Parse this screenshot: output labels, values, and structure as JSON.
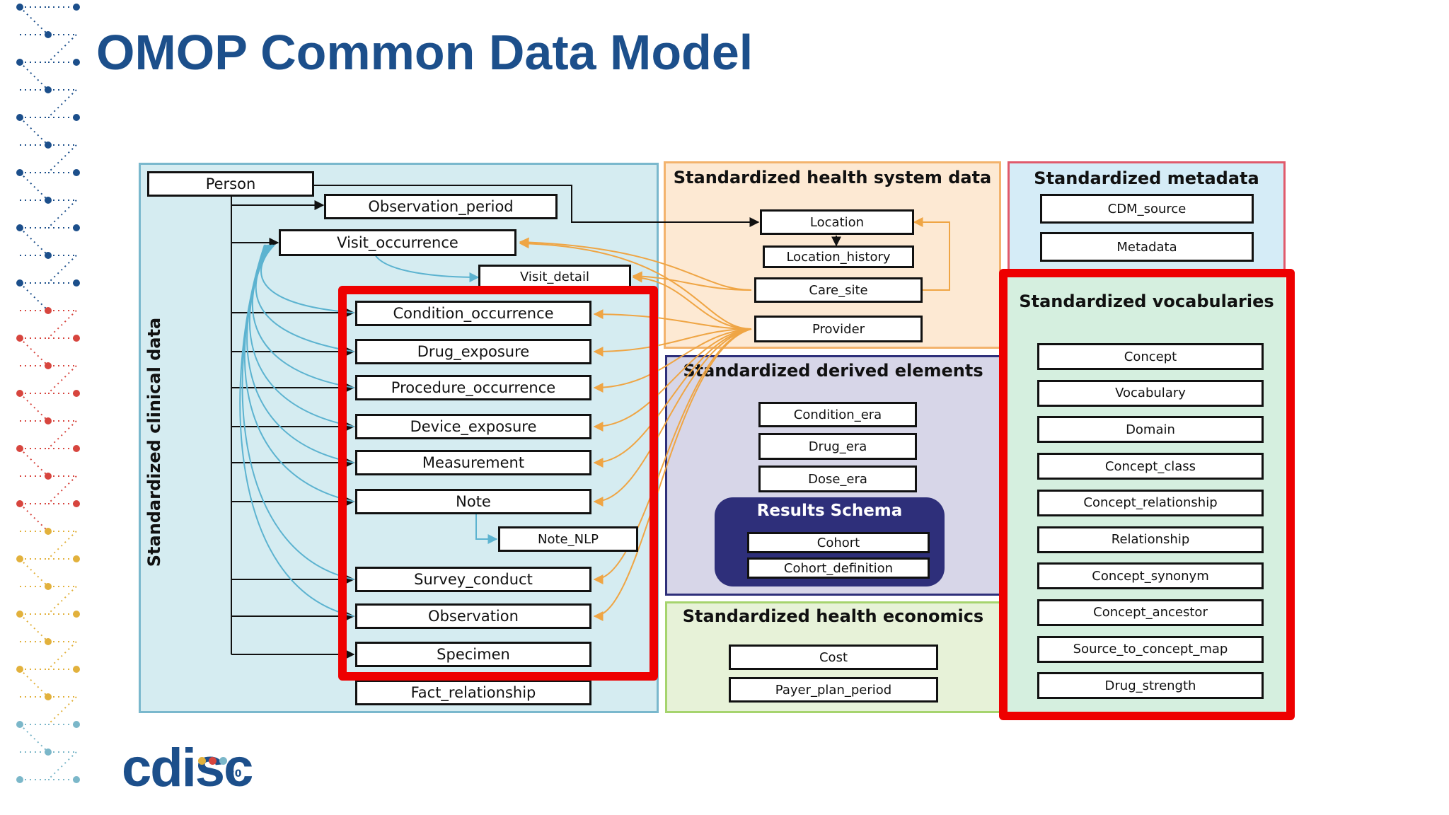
{
  "slide": {
    "title": "OMOP Common Data Model"
  },
  "logo": {
    "text": "cdisc",
    "badge": "20",
    "dot_colors": [
      "#e2b13c",
      "#d7453e",
      "#7bb7c9"
    ]
  },
  "colors": {
    "title": "#1c4f8b",
    "clinical_bg": "#d5ecf1",
    "clinical_border": "#7ab8cd",
    "health_system_bg": "#fde9d3",
    "health_system_border": "#f3b36d",
    "metadata_bg": "#d5ecf7",
    "metadata_border": "#e05a6c",
    "vocab_bg": "#d5efdf",
    "derived_bg": "#d7d6e8",
    "derived_border": "#2e2f7a",
    "economics_bg": "#e7f2d8",
    "economics_border": "#a6d46e",
    "results_bg": "#2e2f7a",
    "highlight": "#ee0000",
    "blue_arrow": "#5cb3d0",
    "orange_arrow": "#efa544"
  },
  "clinical": {
    "label": "Standardized clinical data",
    "person": "Person",
    "observation_period": "Observation_period",
    "visit_occurrence": "Visit_occurrence",
    "visit_detail": "Visit_detail",
    "condition_occurrence": "Condition_occurrence",
    "drug_exposure": "Drug_exposure",
    "procedure_occurrence": "Procedure_occurrence",
    "device_exposure": "Device_exposure",
    "measurement": "Measurement",
    "note": "Note",
    "note_nlp": "Note_NLP",
    "survey_conduct": "Survey_conduct",
    "observation": "Observation",
    "specimen": "Specimen",
    "fact_relationship": "Fact_relationship"
  },
  "health_system": {
    "title": "Standardized health system data",
    "location": "Location",
    "location_history": "Location_history",
    "care_site": "Care_site",
    "provider": "Provider"
  },
  "metadata": {
    "title": "Standardized metadata",
    "cdm_source": "CDM_source",
    "metadata": "Metadata"
  },
  "derived": {
    "title": "Standardized derived elements",
    "condition_era": "Condition_era",
    "drug_era": "Drug_era",
    "dose_era": "Dose_era",
    "results_schema": "Results Schema",
    "cohort": "Cohort",
    "cohort_definition": "Cohort_definition"
  },
  "economics": {
    "title": "Standardized health economics",
    "cost": "Cost",
    "payer_plan_period": "Payer_plan_period"
  },
  "vocabularies": {
    "title": "Standardized vocabularies",
    "items": [
      "Concept",
      "Vocabulary",
      "Domain",
      "Concept_class",
      "Concept_relationship",
      "Relationship",
      "Concept_synonym",
      "Concept_ancestor",
      "Source_to_concept_map",
      "Drug_strength"
    ]
  }
}
